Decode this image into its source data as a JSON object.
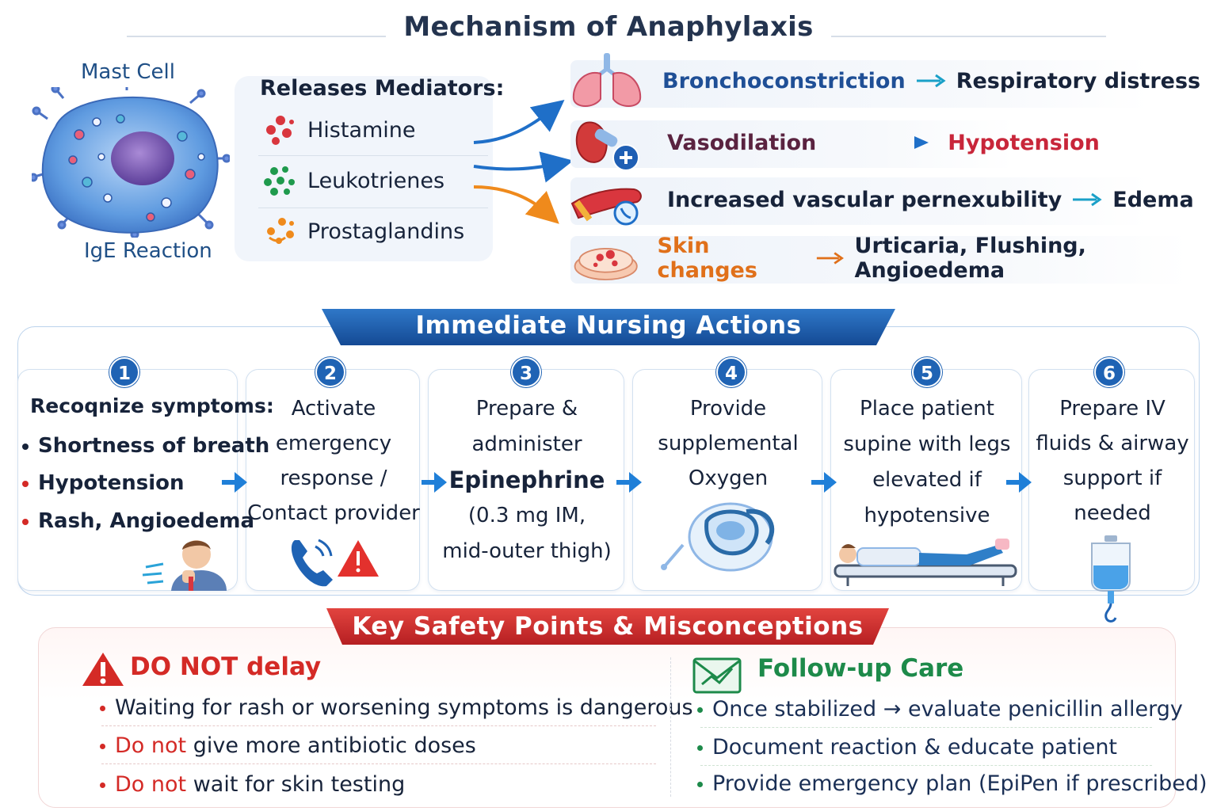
{
  "mechanism": {
    "title": "Mechanism of Anaphylaxis",
    "cell_label": "Mast Cell",
    "reaction_label": "IgE Reaction",
    "mediators_title": "Releases Mediators:",
    "mediators": [
      {
        "label": "Histamine",
        "color": "#d9363e",
        "icon": "histamine-dots-icon"
      },
      {
        "label": "Leukotrienes",
        "color": "#1f9a4d",
        "icon": "leukotriene-dots-icon"
      },
      {
        "label": "Prostaglandins",
        "color": "#ef8a1c",
        "icon": "prostaglandin-dots-icon"
      }
    ],
    "effects": [
      {
        "cause": "Bronchoconstriction",
        "effect": "Respiratory distress",
        "icon": "lungs-icon",
        "cause_color": "#1f4f96",
        "effect_color": "#17233a"
      },
      {
        "cause": "Vasodilation",
        "effect": "Hypotension",
        "icon": "heart-vessel-icon",
        "cause_color": "#5a2340",
        "effect_color": "#c8263a"
      },
      {
        "cause": "Increased vascular pernexubility",
        "effect": "Edema",
        "icon": "swollen-arm-icon",
        "cause_color": "#17233a",
        "effect_color": "#17233a"
      },
      {
        "cause": "Skin changes",
        "effect": "Urticaria, Flushing, Angioedema",
        "icon": "skin-petri-icon",
        "cause_color": "#e0701a",
        "effect_color": "#17233a"
      }
    ]
  },
  "actions": {
    "title": "Immediate Nursing Actions",
    "step1": {
      "num": "1",
      "heading": "Recoqnize symptoms:",
      "items": [
        "Shortness of breath",
        "Hypotension",
        "Rash, Angioedema"
      ],
      "icon": "coughing-person-icon"
    },
    "step2": {
      "num": "2",
      "lines": [
        "Activate",
        "emergency",
        "response /",
        "Contact provider"
      ],
      "icon": "phone-warning-icon"
    },
    "step3": {
      "num": "3",
      "lines": [
        "Prepare &",
        "administer",
        "Epinephrine",
        "(0.3 mg IM,",
        "mid-outer thigh)"
      ],
      "icon": ""
    },
    "step4": {
      "num": "4",
      "lines": [
        "Provide",
        "supplemental",
        "Oxygen"
      ],
      "icon": "oxygen-mask-icon"
    },
    "step5": {
      "num": "5",
      "lines": [
        "Place patient",
        "supine with legs",
        "elevated if",
        "hypotensive"
      ],
      "icon": "patient-supine-icon"
    },
    "step6": {
      "num": "6",
      "lines": [
        "Prepare IV",
        "fluids & airway",
        "support if",
        "needed"
      ],
      "icon": "iv-bag-icon"
    }
  },
  "safety": {
    "title": "Key Safety Points & Misconceptions",
    "do_not": {
      "title": "DO NOT delay",
      "item1": "Waiting for rash or worsening symptoms is dangerous",
      "item2_red": "Do not",
      "item2_rest": " give more antibiotic doses",
      "item3_red": "Do not",
      "item3_rest": " wait for skin testing"
    },
    "followup": {
      "title": "Follow-up Care",
      "items": [
        "Once stabilized → evaluate penicillin allergy",
        "Document reaction & educate patient",
        "Provide emergency plan  (EpiPen if prescribed)"
      ]
    }
  },
  "colors": {
    "primary_blue": "#1f63b4",
    "alert_red": "#d42a26",
    "followup_green": "#1d8a4a",
    "accent_orange": "#ef8a1c"
  }
}
